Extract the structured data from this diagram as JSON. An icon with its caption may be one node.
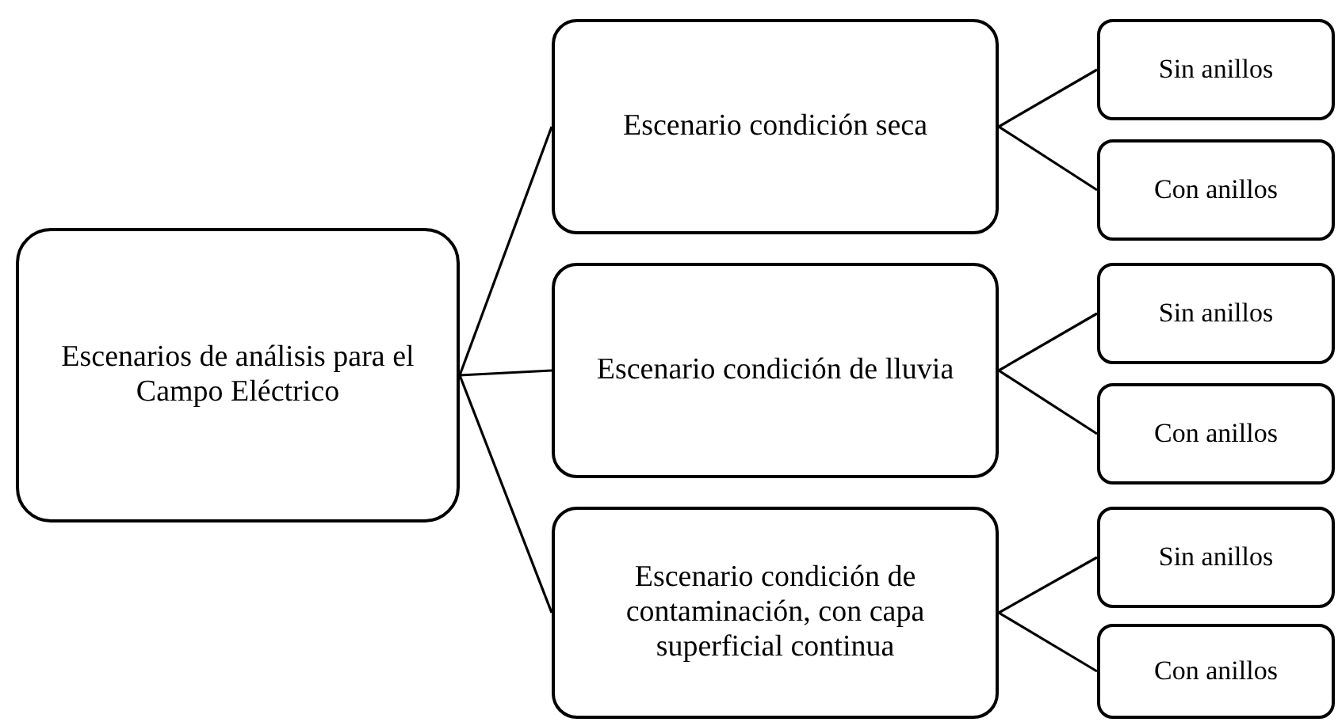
{
  "diagram": {
    "nodes": [
      {
        "text": [
          "Escenarios de análisis para el Campo Eléctrico"
        ]
      },
      {
        "text": [
          "Escenario condición seca"
        ]
      },
      {
        "text": [
          "Sin anillos"
        ]
      },
      {
        "text": [
          "Con anillos"
        ]
      },
      {
        "text": [
          "Escenario condición de lluvia"
        ]
      },
      {
        "text": [
          "Sin anillos"
        ]
      },
      {
        "text": [
          "Con anillos"
        ]
      },
      {
        "text": [
          "Escenario condición de contaminación, con capa superficial continua"
        ]
      },
      {
        "text": [
          "Sin anillos"
        ]
      },
      {
        "text": [
          "Con anillos"
        ]
      }
    ],
    "edges": [
      {
        "from": 0,
        "to": 1,
        "arrow": "none"
      },
      {
        "from": 0,
        "to": 4,
        "arrow": "none"
      },
      {
        "from": 0,
        "to": 7,
        "arrow": "none"
      },
      {
        "from": 1,
        "to": 2,
        "arrow": "none"
      },
      {
        "from": 1,
        "to": 3,
        "arrow": "none"
      },
      {
        "from": 4,
        "to": 5,
        "arrow": "none"
      },
      {
        "from": 4,
        "to": 6,
        "arrow": "none"
      },
      {
        "from": 7,
        "to": 8,
        "arrow": "none"
      },
      {
        "from": 7,
        "to": 9,
        "arrow": "none"
      }
    ]
  }
}
